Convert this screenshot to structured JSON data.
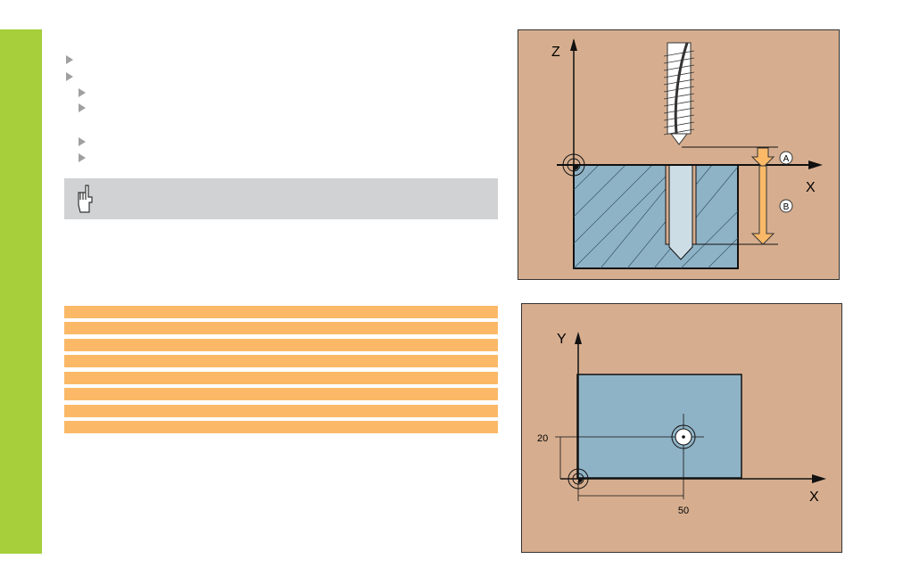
{
  "colors": {
    "sidebar": "#a6cf3b",
    "figure_bg": "#d6ae8f",
    "workpiece": "#8fb3c6",
    "arrow": "#fbb968",
    "table_row": "#fbb968",
    "note_bg": "#d1d2d4"
  },
  "note": {
    "icon": "pointing-hand-icon"
  },
  "figure_top": {
    "axis_z": "Z",
    "axis_x": "X",
    "label_a": "A",
    "label_b": "B"
  },
  "figure_bottom": {
    "axis_y": "Y",
    "axis_x": "X",
    "dim_y": "20",
    "dim_x": "50"
  }
}
